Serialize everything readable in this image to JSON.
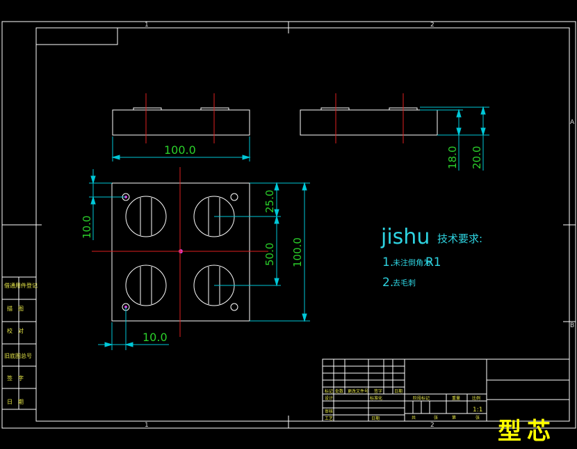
{
  "zones": {
    "top": [
      "1",
      "2"
    ],
    "bottom": [
      "1",
      "2"
    ],
    "right": [
      "A",
      "B"
    ]
  },
  "dimensions": {
    "front_width": "100.0",
    "side_height_a": "18.0",
    "side_height_b": "20.0",
    "plan_offset_y": "10.0",
    "plan_top_pitch": "25.0",
    "plan_center_pitch": "50.0",
    "plan_total_height": "100.0",
    "plan_offset_x": "10.0"
  },
  "technical_requirements": {
    "title_latin": "jishu",
    "title_cjk": "技术要求:",
    "item1_num": "1.",
    "item1_text": "未注倒角为",
    "item1_val": "R1",
    "item2_num": "2.",
    "item2_text": "去毛刺"
  },
  "side_panel": [
    "借通用件登记",
    "描　图",
    "校　对",
    "旧底图总号",
    "签　字",
    "日　期"
  ],
  "title_block": {
    "row_labels_1": [
      "标记",
      "处数",
      "更改文件号",
      "签字",
      "日期"
    ],
    "row_labels_2": [
      "设计",
      "标准化"
    ],
    "row_labels_3": [
      "审核"
    ],
    "row_labels_4": [
      "工艺",
      "日期"
    ],
    "stage_labels": [
      "阶段标记",
      "重量",
      "比例"
    ],
    "scale": "1:1",
    "sheet_labels": [
      "共",
      "张",
      "第",
      "张"
    ]
  },
  "brand": "型芯",
  "colors": {
    "background": "#000000",
    "frame": "#ffffff",
    "outline": "#ffffff",
    "dimension": "#00c8d8",
    "dimension_text": "#2bd12b",
    "center_line": "#e02020",
    "hole_marker": "#e040e0",
    "title_block_text": "#e8e848",
    "brand": "#ffff00"
  }
}
